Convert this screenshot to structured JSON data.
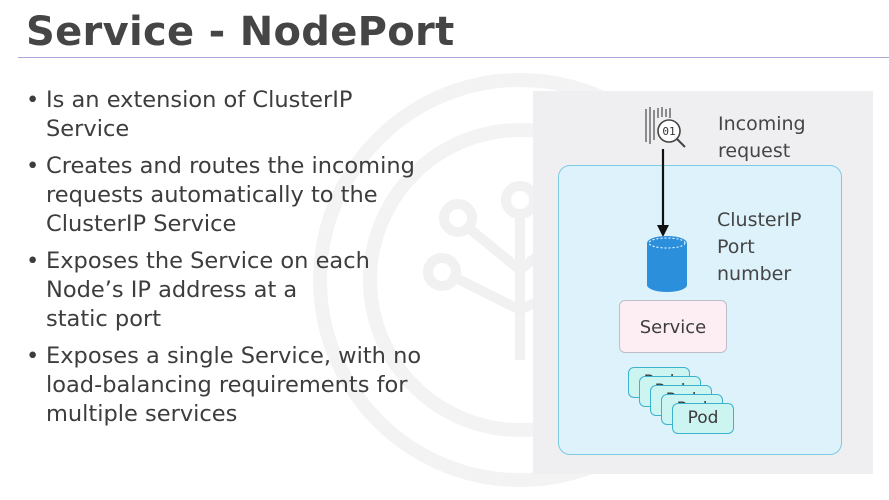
{
  "slide": {
    "title": "Service - NodePort"
  },
  "bullets": [
    {
      "marker": "•",
      "text": "Is an extension of ClusterIP\nService"
    },
    {
      "marker": "•",
      "text": "Creates and routes the incoming\nrequests automatically to the\nClusterIP Service"
    },
    {
      "marker": "•",
      "text": "Exposes the Service on each\nNode’s IP address at a\nstatic port"
    },
    {
      "marker": "•",
      "text": "Exposes a single Service, with no\nload-balancing requirements for\nmultiple services"
    }
  ],
  "diagram": {
    "incoming_label": "Incoming\nrequest",
    "incoming_icon": "binary-data-search-icon",
    "incoming_icon_text": "01",
    "cluster_label": "ClusterIP\nPort\nnumber",
    "port_icon": "cylinder-port-icon",
    "service_label": "Service",
    "pods": [
      "Pod",
      "Pod",
      "Pod",
      "Pod",
      "Pod"
    ],
    "colors": {
      "panel_bg": "#efeff2",
      "cluster_bg": "#ddf2fa",
      "cluster_border": "#7ccbe3",
      "service_bg": "#fdeef4",
      "pod_bg": "#ccf5f2",
      "pod_border": "#3bb3ce",
      "cylinder": "#2c8fdc",
      "title_rule": "#a9a6dc"
    }
  }
}
